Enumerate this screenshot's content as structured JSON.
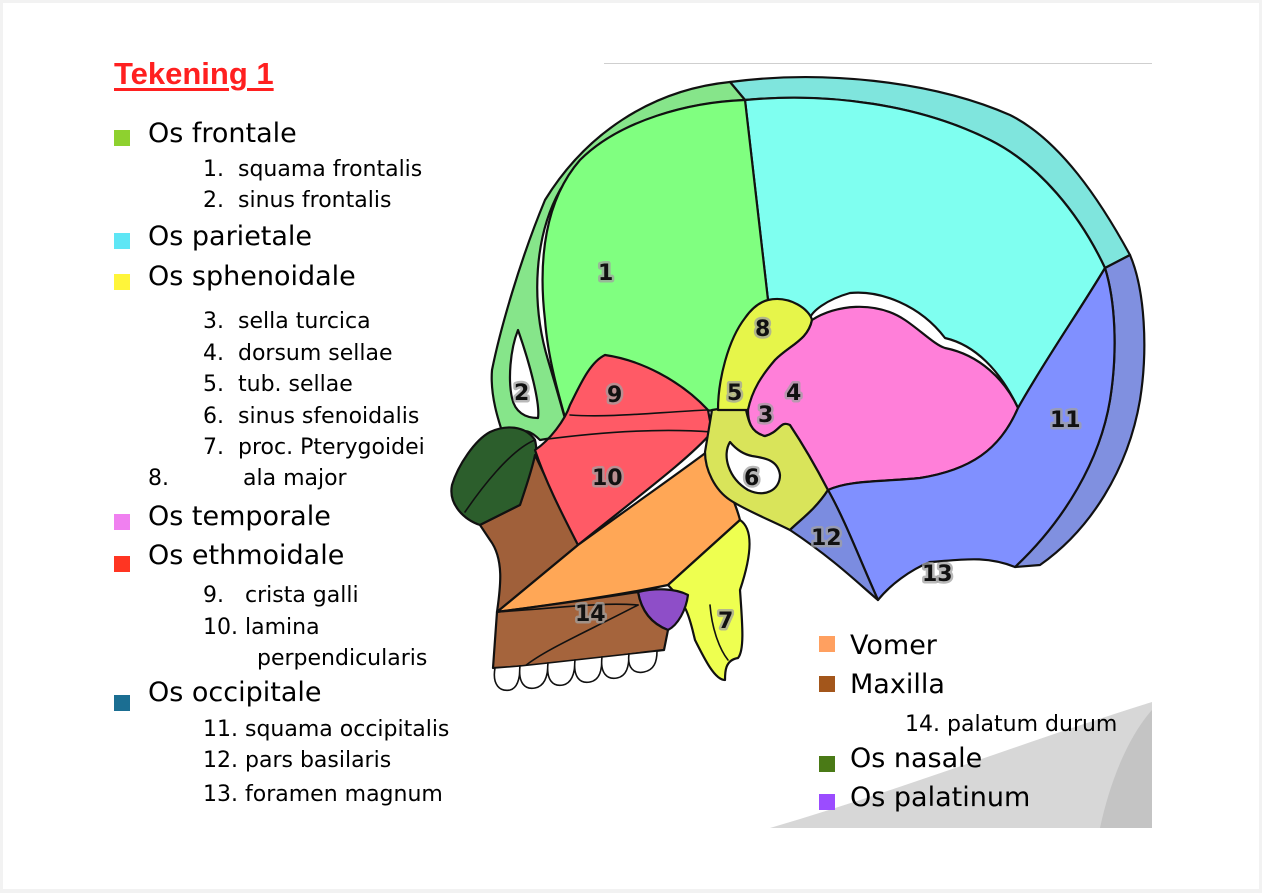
{
  "title": "Tekening 1",
  "colors": {
    "title": "#ff2020",
    "os_frontale": "#8ed12f",
    "os_parietale": "#5ee6f5",
    "os_sphenoidale": "#fff53a",
    "os_temporale": "#f080f0",
    "os_ethmoidale": "#ff3522",
    "os_occipitale": "#1b6e92",
    "vomer": "#ffa060",
    "maxilla": "#a3561b",
    "os_nasale": "#4a7a16",
    "os_palatinum": "#9b4cff"
  },
  "legend_left": [
    {
      "type": "main",
      "label": "Os frontale",
      "color_key": "os_frontale"
    },
    {
      "type": "sub",
      "num": "1.",
      "label": "squama frontalis"
    },
    {
      "type": "sub",
      "num": "2.",
      "label": "sinus frontalis"
    },
    {
      "type": "main",
      "label": "Os parietale",
      "color_key": "os_parietale"
    },
    {
      "type": "main",
      "label": "Os sphenoidale",
      "color_key": "os_sphenoidale"
    },
    {
      "type": "sub",
      "num": "3.",
      "label": "sella turcica"
    },
    {
      "type": "sub",
      "num": "4.",
      "label": "dorsum sellae"
    },
    {
      "type": "sub",
      "num": "5.",
      "label": "tub. sellae"
    },
    {
      "type": "sub",
      "num": "6.",
      "label": "sinus sfenoidalis"
    },
    {
      "type": "sub",
      "num": "7.",
      "label": "proc. Pterygoidei"
    },
    {
      "type": "sub-out",
      "num": "8.",
      "label": "ala major"
    },
    {
      "type": "main",
      "label": "Os temporale",
      "color_key": "os_temporale"
    },
    {
      "type": "main",
      "label": "Os ethmoidale",
      "color_key": "os_ethmoidale"
    },
    {
      "type": "sub",
      "num": "9.",
      "label": "crista galli"
    },
    {
      "type": "sub",
      "num": "10.",
      "label": "lamina"
    },
    {
      "type": "cont",
      "label": "perpendicularis"
    },
    {
      "type": "main",
      "label": "Os occipitale",
      "color_key": "os_occipitale"
    },
    {
      "type": "sub",
      "num": "11.",
      "label": "squama occipitalis"
    },
    {
      "type": "sub",
      "num": "12.",
      "label": "pars basilaris"
    },
    {
      "type": "sub",
      "num": "13.",
      "label": "foramen magnum"
    }
  ],
  "legend_right": [
    {
      "type": "main",
      "label": "Vomer",
      "color_key": "vomer"
    },
    {
      "type": "main",
      "label": "Maxilla",
      "color_key": "maxilla"
    },
    {
      "type": "sub",
      "num": "14.",
      "label": "palatum durum"
    },
    {
      "type": "main",
      "label": "Os nasale",
      "color_key": "os_nasale"
    },
    {
      "type": "main",
      "label": "Os palatinum",
      "color_key": "os_palatinum"
    }
  ],
  "diagram_labels": [
    "1",
    "2",
    "3",
    "4",
    "5",
    "6",
    "7",
    "8",
    "9",
    "10",
    "11",
    "12",
    "13",
    "14"
  ]
}
